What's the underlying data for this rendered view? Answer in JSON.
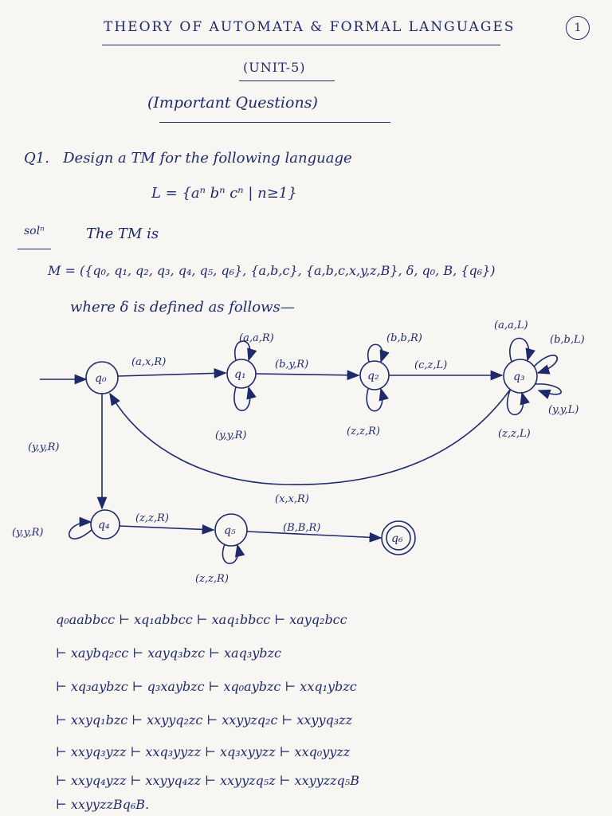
{
  "header": {
    "title": "THEORY OF AUTOMATA & FORMAL LANGUAGES",
    "page_number": "1",
    "unit": "(UNIT-5)",
    "subtitle": "(Important Questions)"
  },
  "question": {
    "label": "Q1.",
    "text": "Design a TM for the following language",
    "language": "L = {aⁿ bⁿ cⁿ | n≥1}"
  },
  "solution": {
    "label": "solⁿ",
    "intro": "The TM is",
    "machine": "M = ({q₀, q₁, q₂, q₃, q₄, q₅, q₆}, {a,b,c}, {a,b,c,x,y,z,B}, δ, q₀, B, {q₆})",
    "where": "where δ is defined as follows—"
  },
  "diagram": {
    "states": [
      "q₀",
      "q₁",
      "q₂",
      "q₃",
      "q₄",
      "q₅",
      "q₆"
    ],
    "final_state": "q₆",
    "transitions": {
      "q0_q1": "(a,x,R)",
      "q1_loop_top": "(a,a,R)",
      "q1_loop_bottom": "(y,y,R)",
      "q1_q2": "(b,y,R)",
      "q2_loop_top": "(b,b,R)",
      "q2_loop_bottom": "(z,z,R)",
      "q2_q3": "(c,z,L)",
      "q3_loop_a": "(a,a,L)",
      "q3_loop_b": "(b,b,L)",
      "q3_loop_y": "(y,y,L)",
      "q3_loop_z": "(z,z,L)",
      "q3_q0": "(x,x,R)",
      "q0_q4": "(y,y,R)",
      "q4_loop": "(y,y,R)",
      "q4_q5": "(z,z,R)",
      "q5_loop": "(z,z,R)",
      "q5_q6": "(B,B,R)"
    }
  },
  "trace": [
    "q₀aabbcc ⊢ xq₁abbcc ⊢ xaq₁bbcc ⊢ xayq₂bcc",
    "⊢ xaybq₂cc ⊢ xayq₃bzc ⊢ xaq₃ybzc",
    "⊢ xq₃aybzc ⊢ q₃xaybzc ⊢ xq₀aybzc ⊢ xxq₁ybzc",
    "⊢ xxyq₁bzc ⊢ xxyyq₂zc ⊢ xxyyzq₂c ⊢ xxyyq₃zz",
    "⊢ xxyq₃yzz ⊢ xxq₃yyzz ⊢ xq₃xyyzz ⊢ xxq₀yyzz",
    "⊢ xxyq₄yzz ⊢ xxyyq₄zz ⊢ xxyyzq₅z ⊢ xxyyzzq₅B",
    "⊢ xxyyzzBq₆B."
  ]
}
